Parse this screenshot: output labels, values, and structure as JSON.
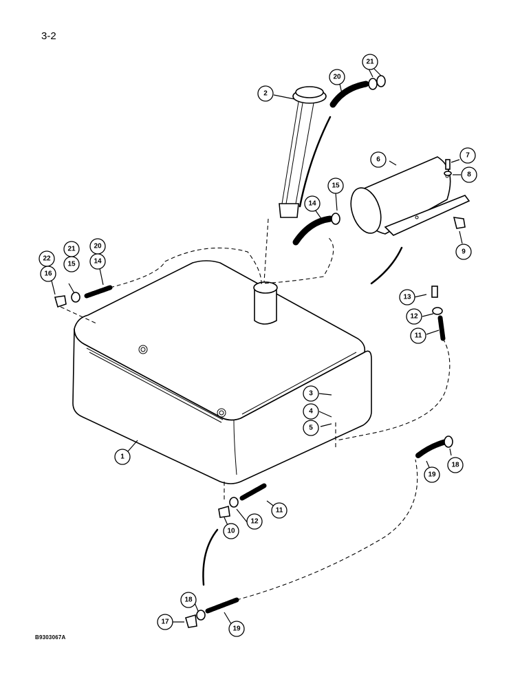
{
  "page_number": "3-2",
  "figure_code": "B9303067A",
  "callouts": [
    "1",
    "2",
    "3",
    "4",
    "5",
    "6",
    "7",
    "8",
    "9",
    "10",
    "11",
    "12",
    "13",
    "14",
    "15",
    "16",
    "17",
    "18",
    "19",
    "20",
    "21",
    "22"
  ],
  "icons": {
    "fuel_tank": "fuel-tank-icon",
    "filler_cap": "filler-cap-icon",
    "cover": "cover-icon",
    "hose": "hose-icon",
    "clamp": "hose-clamp-icon",
    "fitting": "elbow-fitting-icon"
  }
}
